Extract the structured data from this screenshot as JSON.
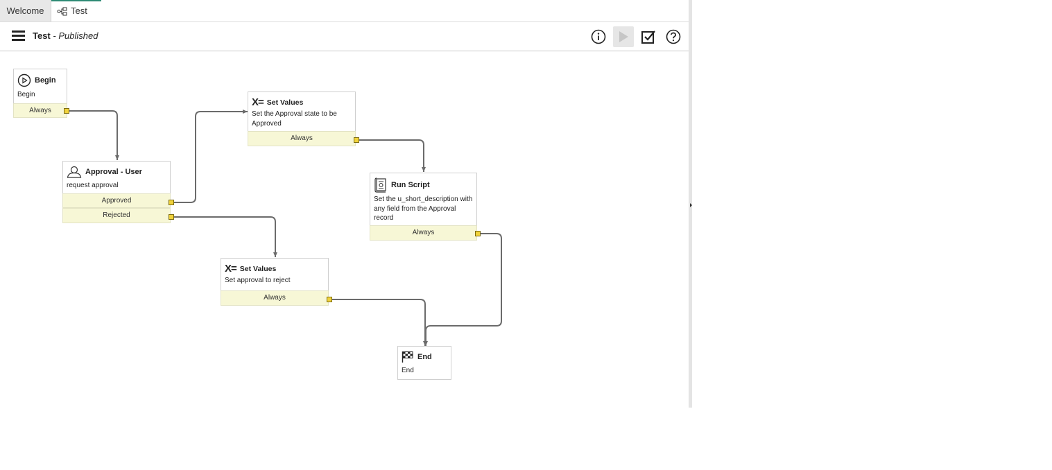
{
  "tabs": [
    {
      "label": "Welcome"
    },
    {
      "label": "Test"
    }
  ],
  "header": {
    "title": "Test",
    "separator": " - ",
    "status": "Published"
  },
  "toolbar": {
    "icons": [
      "info-icon",
      "play-icon",
      "checkbox-icon",
      "help-icon"
    ]
  },
  "nodes": {
    "begin": {
      "title": "Begin",
      "description": "Begin",
      "conditions": [
        "Always"
      ]
    },
    "approval": {
      "title": "Approval - User",
      "description": "request approval",
      "conditions": [
        "Approved",
        "Rejected"
      ]
    },
    "set_values_approve": {
      "title": "Set Values",
      "description": "Set the Approval state to be Approved",
      "conditions": [
        "Always"
      ]
    },
    "run_script": {
      "title": "Run Script",
      "description": "Set the u_short_description with any field from the Approval record",
      "conditions": [
        "Always"
      ]
    },
    "set_values_reject": {
      "title": "Set Values",
      "description": "Set approval to reject",
      "conditions": [
        "Always"
      ]
    },
    "end": {
      "title": "End",
      "description": "End"
    }
  },
  "colors": {
    "accent": "#2e8a74",
    "condition_bg": "#f7f7d6",
    "port": "#f0d23c",
    "link": "#6b6b6b"
  }
}
